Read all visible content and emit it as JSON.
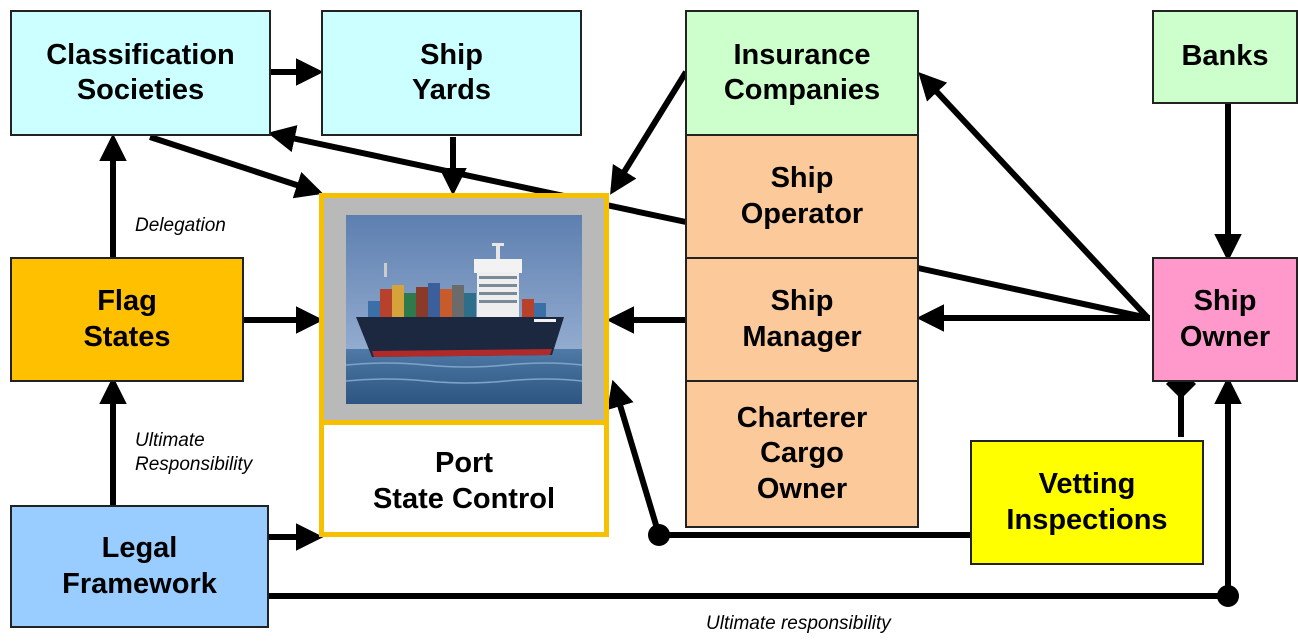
{
  "nodes": {
    "classification": {
      "lines": [
        "Classification",
        "Societies"
      ]
    },
    "shipyards": {
      "lines": [
        "Ship",
        "Yards"
      ]
    },
    "insurance": {
      "lines": [
        "Insurance",
        "Companies"
      ]
    },
    "banks": {
      "lines": [
        "Banks"
      ]
    },
    "operator": {
      "lines": [
        "Ship",
        "Operator"
      ]
    },
    "manager": {
      "lines": [
        "Ship",
        "Manager"
      ]
    },
    "charterer": {
      "lines": [
        "Charterer",
        "Cargo",
        "Owner"
      ]
    },
    "flag": {
      "lines": [
        "Flag",
        "States"
      ]
    },
    "owner": {
      "lines": [
        "Ship",
        "Owner"
      ]
    },
    "legal": {
      "lines": [
        "Legal",
        "Framework"
      ]
    },
    "vetting": {
      "lines": [
        "Vetting",
        "Inspections"
      ]
    },
    "psc": {
      "lines": [
        "Port",
        "State Control"
      ]
    }
  },
  "labels": {
    "delegation": "Delegation",
    "ultimate_resp_lines": [
      "Ultimate",
      "Responsibility"
    ],
    "ultimate_resp_bottom": "Ultimate responsibility"
  },
  "colors": {
    "cyan": "#ccffff",
    "green": "#ccffcc",
    "orange": "#fbc99a",
    "pink": "#ff99cc",
    "gold": "#ffc000",
    "blue": "#99ccff",
    "yellow": "#ffff00",
    "psc_border": "#f5c000"
  },
  "image": {
    "icon": "container-ship-photo"
  }
}
